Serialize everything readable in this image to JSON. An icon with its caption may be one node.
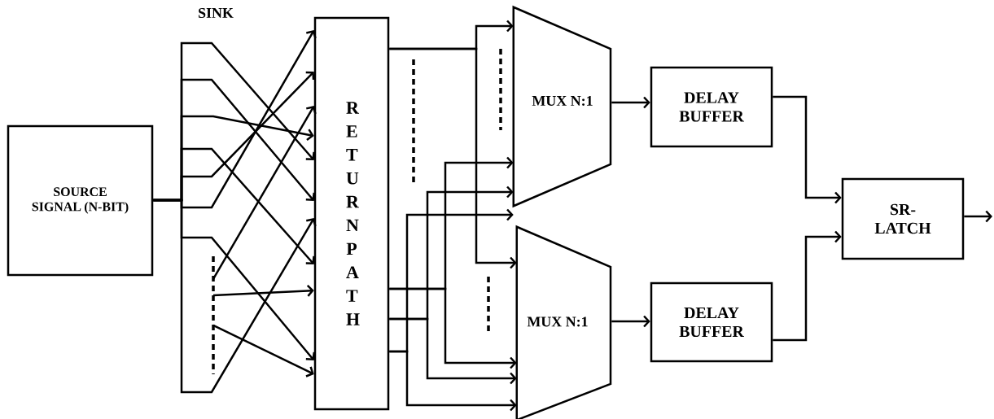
{
  "diagram": {
    "nodes": [
      {
        "text": [
          "SOURCE SIGNAL (N-BIT)"
        ]
      },
      {
        "text": [
          "R E T U R N P A T H"
        ]
      },
      {
        "text": [
          "MUX N:1"
        ]
      },
      {
        "text": [
          "MUX N:1"
        ]
      },
      {
        "text": [
          "DELAY BUFFER"
        ]
      },
      {
        "text": [
          "DELAY BUFFER"
        ]
      },
      {
        "text": [
          "SR-LATCH"
        ]
      }
    ],
    "edges": [
      {
        "from": 0,
        "to": 1,
        "arrow": "to"
      },
      {
        "from": 0,
        "to": 1,
        "arrow": "to"
      },
      {
        "from": 0,
        "to": 1,
        "arrow": "to"
      },
      {
        "from": 0,
        "to": 1,
        "arrow": "to"
      },
      {
        "from": 0,
        "to": 1,
        "arrow": "to"
      },
      {
        "from": 0,
        "to": 1,
        "arrow": "to"
      },
      {
        "from": 0,
        "to": 1,
        "arrow": "to"
      },
      {
        "from": 0,
        "to": 1,
        "arrow": "to"
      },
      {
        "from": null,
        "to": 1,
        "arrow": "to"
      },
      {
        "from": null,
        "to": 1,
        "arrow": "to"
      },
      {
        "from": null,
        "to": 1,
        "arrow": "to"
      },
      {
        "from": 1,
        "to": 2,
        "arrow": "to"
      },
      {
        "from": 1,
        "to": 3,
        "arrow": "to"
      },
      {
        "from": 1,
        "to": 2,
        "arrow": "to"
      },
      {
        "from": 1,
        "to": 3,
        "arrow": "to"
      },
      {
        "from": 1,
        "to": 2,
        "arrow": "to"
      },
      {
        "from": 1,
        "to": 3,
        "arrow": "to"
      },
      {
        "from": 1,
        "to": 2,
        "arrow": "to"
      },
      {
        "from": 1,
        "to": 3,
        "arrow": "to"
      },
      {
        "from": 2,
        "to": 4,
        "arrow": "to"
      },
      {
        "from": 3,
        "to": 5,
        "arrow": "to"
      },
      {
        "from": 4,
        "to": 6,
        "arrow": "to"
      },
      {
        "from": 5,
        "to": 6,
        "arrow": "to"
      },
      {
        "from": 6,
        "to": null,
        "arrow": "to"
      }
    ],
    "labels": [
      "SINK"
    ]
  }
}
